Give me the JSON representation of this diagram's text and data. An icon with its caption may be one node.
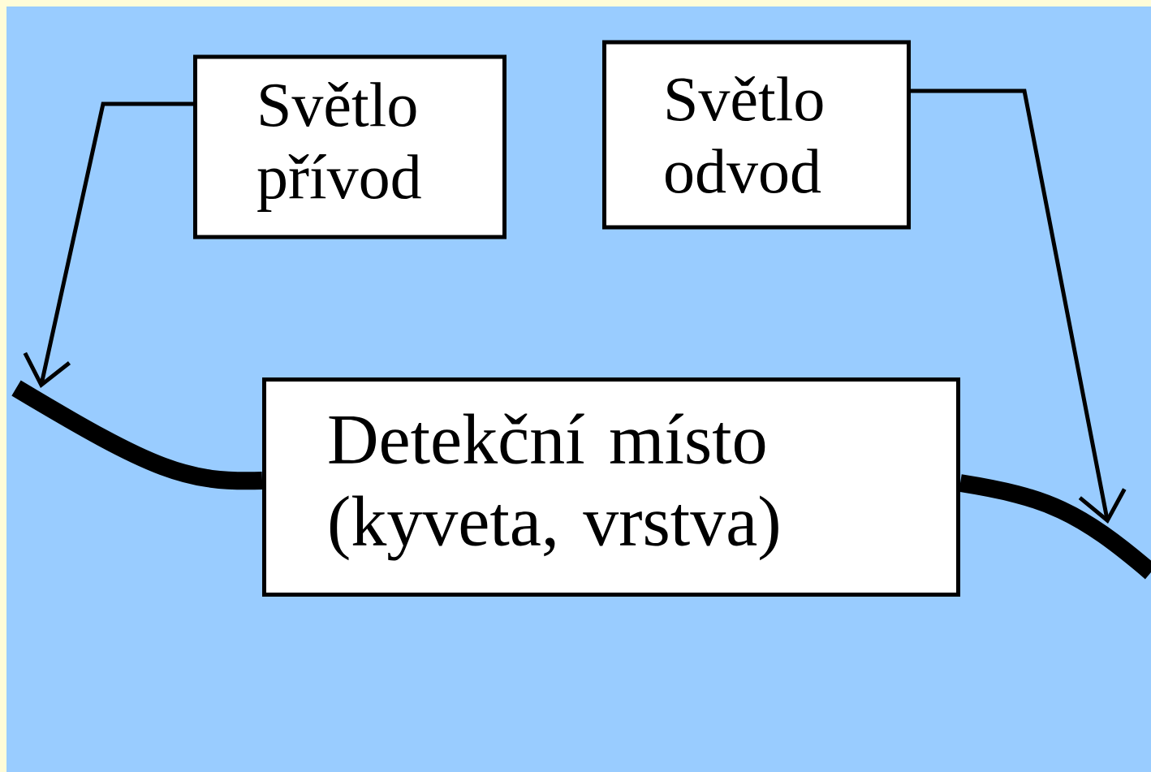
{
  "diagram": {
    "nodes": [
      {
        "text": [
          "Světlo přívod"
        ]
      },
      {
        "text": [
          "Světlo odvod"
        ]
      },
      {
        "text": [
          "Detekční místo (kyveta, vrstva)"
        ]
      }
    ],
    "edges": [
      {
        "from": 0,
        "to": null,
        "arrow": "to"
      },
      {
        "from": 1,
        "to": null,
        "arrow": "to"
      },
      {
        "from": null,
        "to": 2,
        "arrow": "none",
        "style": "thick"
      },
      {
        "from": 2,
        "to": null,
        "arrow": "none",
        "style": "thick"
      }
    ]
  }
}
